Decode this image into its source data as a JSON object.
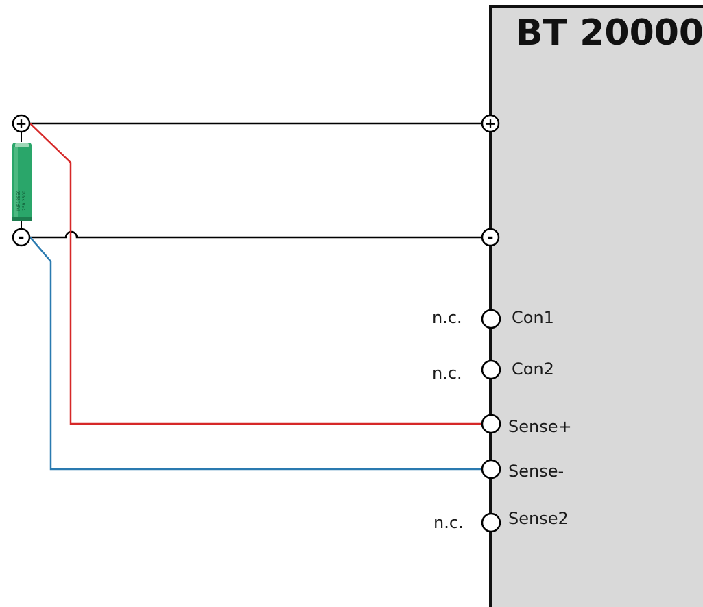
{
  "device": {
    "title": "BT 20000",
    "panel_color": "#d9d9d9",
    "ports": [
      {
        "id": "plus",
        "symbol": "+",
        "label": ""
      },
      {
        "id": "minus",
        "symbol": "-",
        "label": ""
      },
      {
        "id": "con1",
        "symbol": "",
        "label": "Con1",
        "nc": "n.c."
      },
      {
        "id": "con2",
        "symbol": "",
        "label": "Con2",
        "nc": "n.c."
      },
      {
        "id": "sense-plus",
        "symbol": "",
        "label": "Sense+"
      },
      {
        "id": "sense-minus",
        "symbol": "",
        "label": "Sense-"
      },
      {
        "id": "sense2",
        "symbol": "",
        "label": "Sense2",
        "nc": "n.c."
      }
    ]
  },
  "battery": {
    "plus_symbol": "+",
    "minus_symbol": "-",
    "color": "#2aa66a"
  },
  "wires": {
    "power": "#000000",
    "sense_plus": "#d62828",
    "sense_minus": "#2a7ab0"
  }
}
